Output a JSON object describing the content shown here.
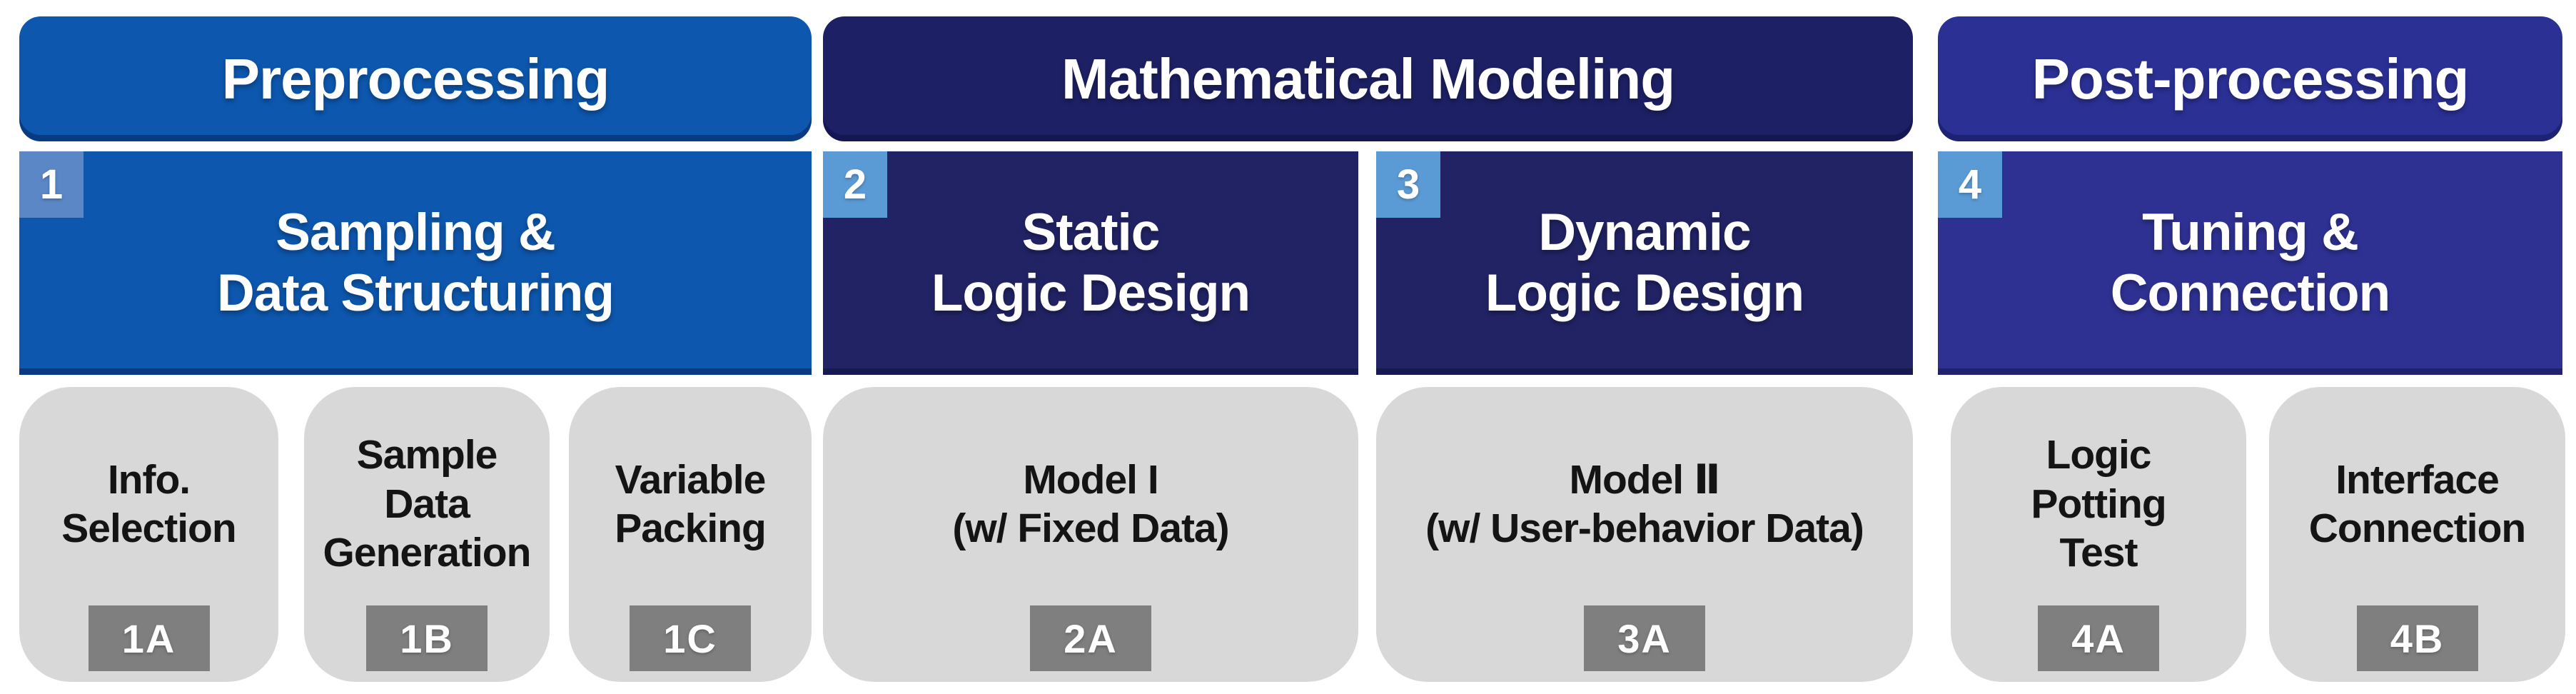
{
  "colors": {
    "background": "#ffffff",
    "preprocessing_blue": "#0d57ae",
    "modeling_navy_header": "#1d2064",
    "modeling_navy_stage": "#212365",
    "postprocessing_indigo_header": "#2b3095",
    "postprocessing_indigo_stage": "#2e3192",
    "stage_number_badge_on_blue": "#5c87c6",
    "stage_number_badge_sky": "#5b9bd5",
    "task_card_gray": "#d8d8d8",
    "task_code_badge_gray": "#7f7f7f",
    "text_white": "#ffffff",
    "text_black": "#141414"
  },
  "phases": [
    {
      "header": "Preprocessing",
      "stages": [
        {
          "number": "1",
          "title": "Sampling &\nData Structuring",
          "tasks": [
            {
              "label": "Info.\nSelection",
              "code": "1A"
            },
            {
              "label": "Sample\nData\nGeneration",
              "code": "1B"
            },
            {
              "label": "Variable\nPacking",
              "code": "1C"
            }
          ]
        }
      ]
    },
    {
      "header": "Mathematical Modeling",
      "stages": [
        {
          "number": "2",
          "title": "Static\nLogic Design",
          "tasks": [
            {
              "label": "Model I\n(w/ Fixed Data)",
              "code": "2A"
            }
          ]
        },
        {
          "number": "3",
          "title": "Dynamic\nLogic Design",
          "tasks": [
            {
              "label": "Model Ⅱ\n(w/ User-behavior Data)",
              "code": "3A"
            }
          ]
        }
      ]
    },
    {
      "header": "Post-processing",
      "stages": [
        {
          "number": "4",
          "title": "Tuning &\nConnection",
          "tasks": [
            {
              "label": "Logic\nPotting\nTest",
              "code": "4A"
            },
            {
              "label": "Interface\nConnection",
              "code": "4B"
            }
          ]
        }
      ]
    }
  ]
}
